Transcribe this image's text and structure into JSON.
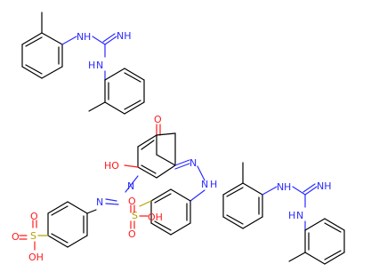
{
  "colors": {
    "carbon": "#000000",
    "nitrogen": "#2b2bff",
    "oxygen": "#ff1a1a",
    "sulfur": "#b3a300",
    "background": "#ffffff"
  },
  "labels": {
    "guanidine_top": {
      "nh_left": "H",
      "n_left": "N",
      "nh_imine": "NH",
      "n_lower": "N",
      "h_lower": "H"
    },
    "guanidine_right": {
      "nh_left": "H",
      "n_left": "N",
      "nh_imine": "NH",
      "n_lower": "N",
      "h_lower": "H"
    },
    "azo_compound": {
      "o_ketone": "O",
      "ho": "HO",
      "n1": "N",
      "n2": "N",
      "n3": "N",
      "n4": "N",
      "s_left": "S",
      "o_left_top": "O",
      "o_left_bottom": "O",
      "oh_left": "OH",
      "s_mid": "S",
      "o_mid_top": "O",
      "o_mid_bottom": "O",
      "oh_mid": "OH",
      "h_hydrazo": "H"
    }
  }
}
